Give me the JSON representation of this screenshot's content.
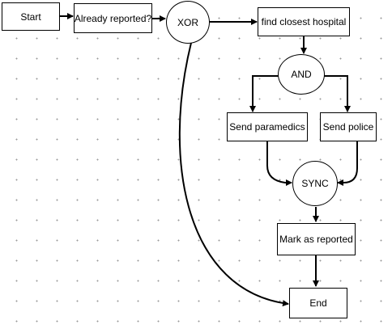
{
  "nodes": {
    "start": "Start",
    "already_reported": "Already reported?",
    "xor": "XOR",
    "find_hospital": "find closest hospital",
    "and": "AND",
    "send_paramedics": "Send paramedics",
    "send_police": "Send police",
    "sync": "SYNC",
    "mark_reported": "Mark as reported",
    "end": "End"
  }
}
